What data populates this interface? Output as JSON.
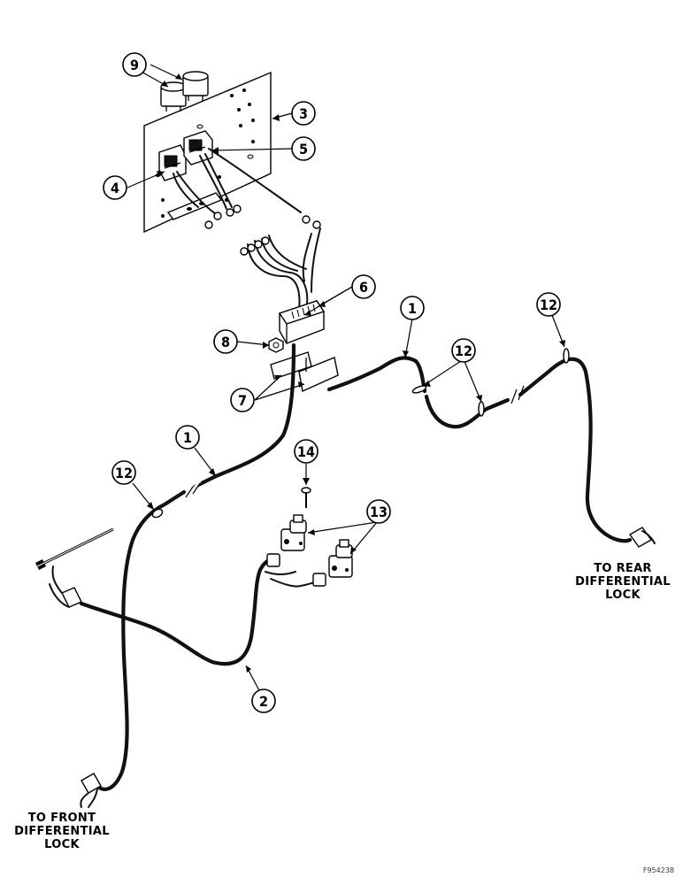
{
  "callouts": {
    "c1a": "1",
    "c1b": "1",
    "c2": "2",
    "c3": "3",
    "c4": "4",
    "c5": "5",
    "c6": "6",
    "c7": "7",
    "c8": "8",
    "c9": "9",
    "c12a": "12",
    "c12b": "12",
    "c12c": "12",
    "c13": "13",
    "c14": "14"
  },
  "captions": {
    "rear": [
      "TO REAR",
      "DIFFERENTIAL",
      "LOCK"
    ],
    "front": [
      "TO FRONT",
      "DIFFERENTIAL",
      "LOCK"
    ]
  },
  "figure_id": "F954238"
}
